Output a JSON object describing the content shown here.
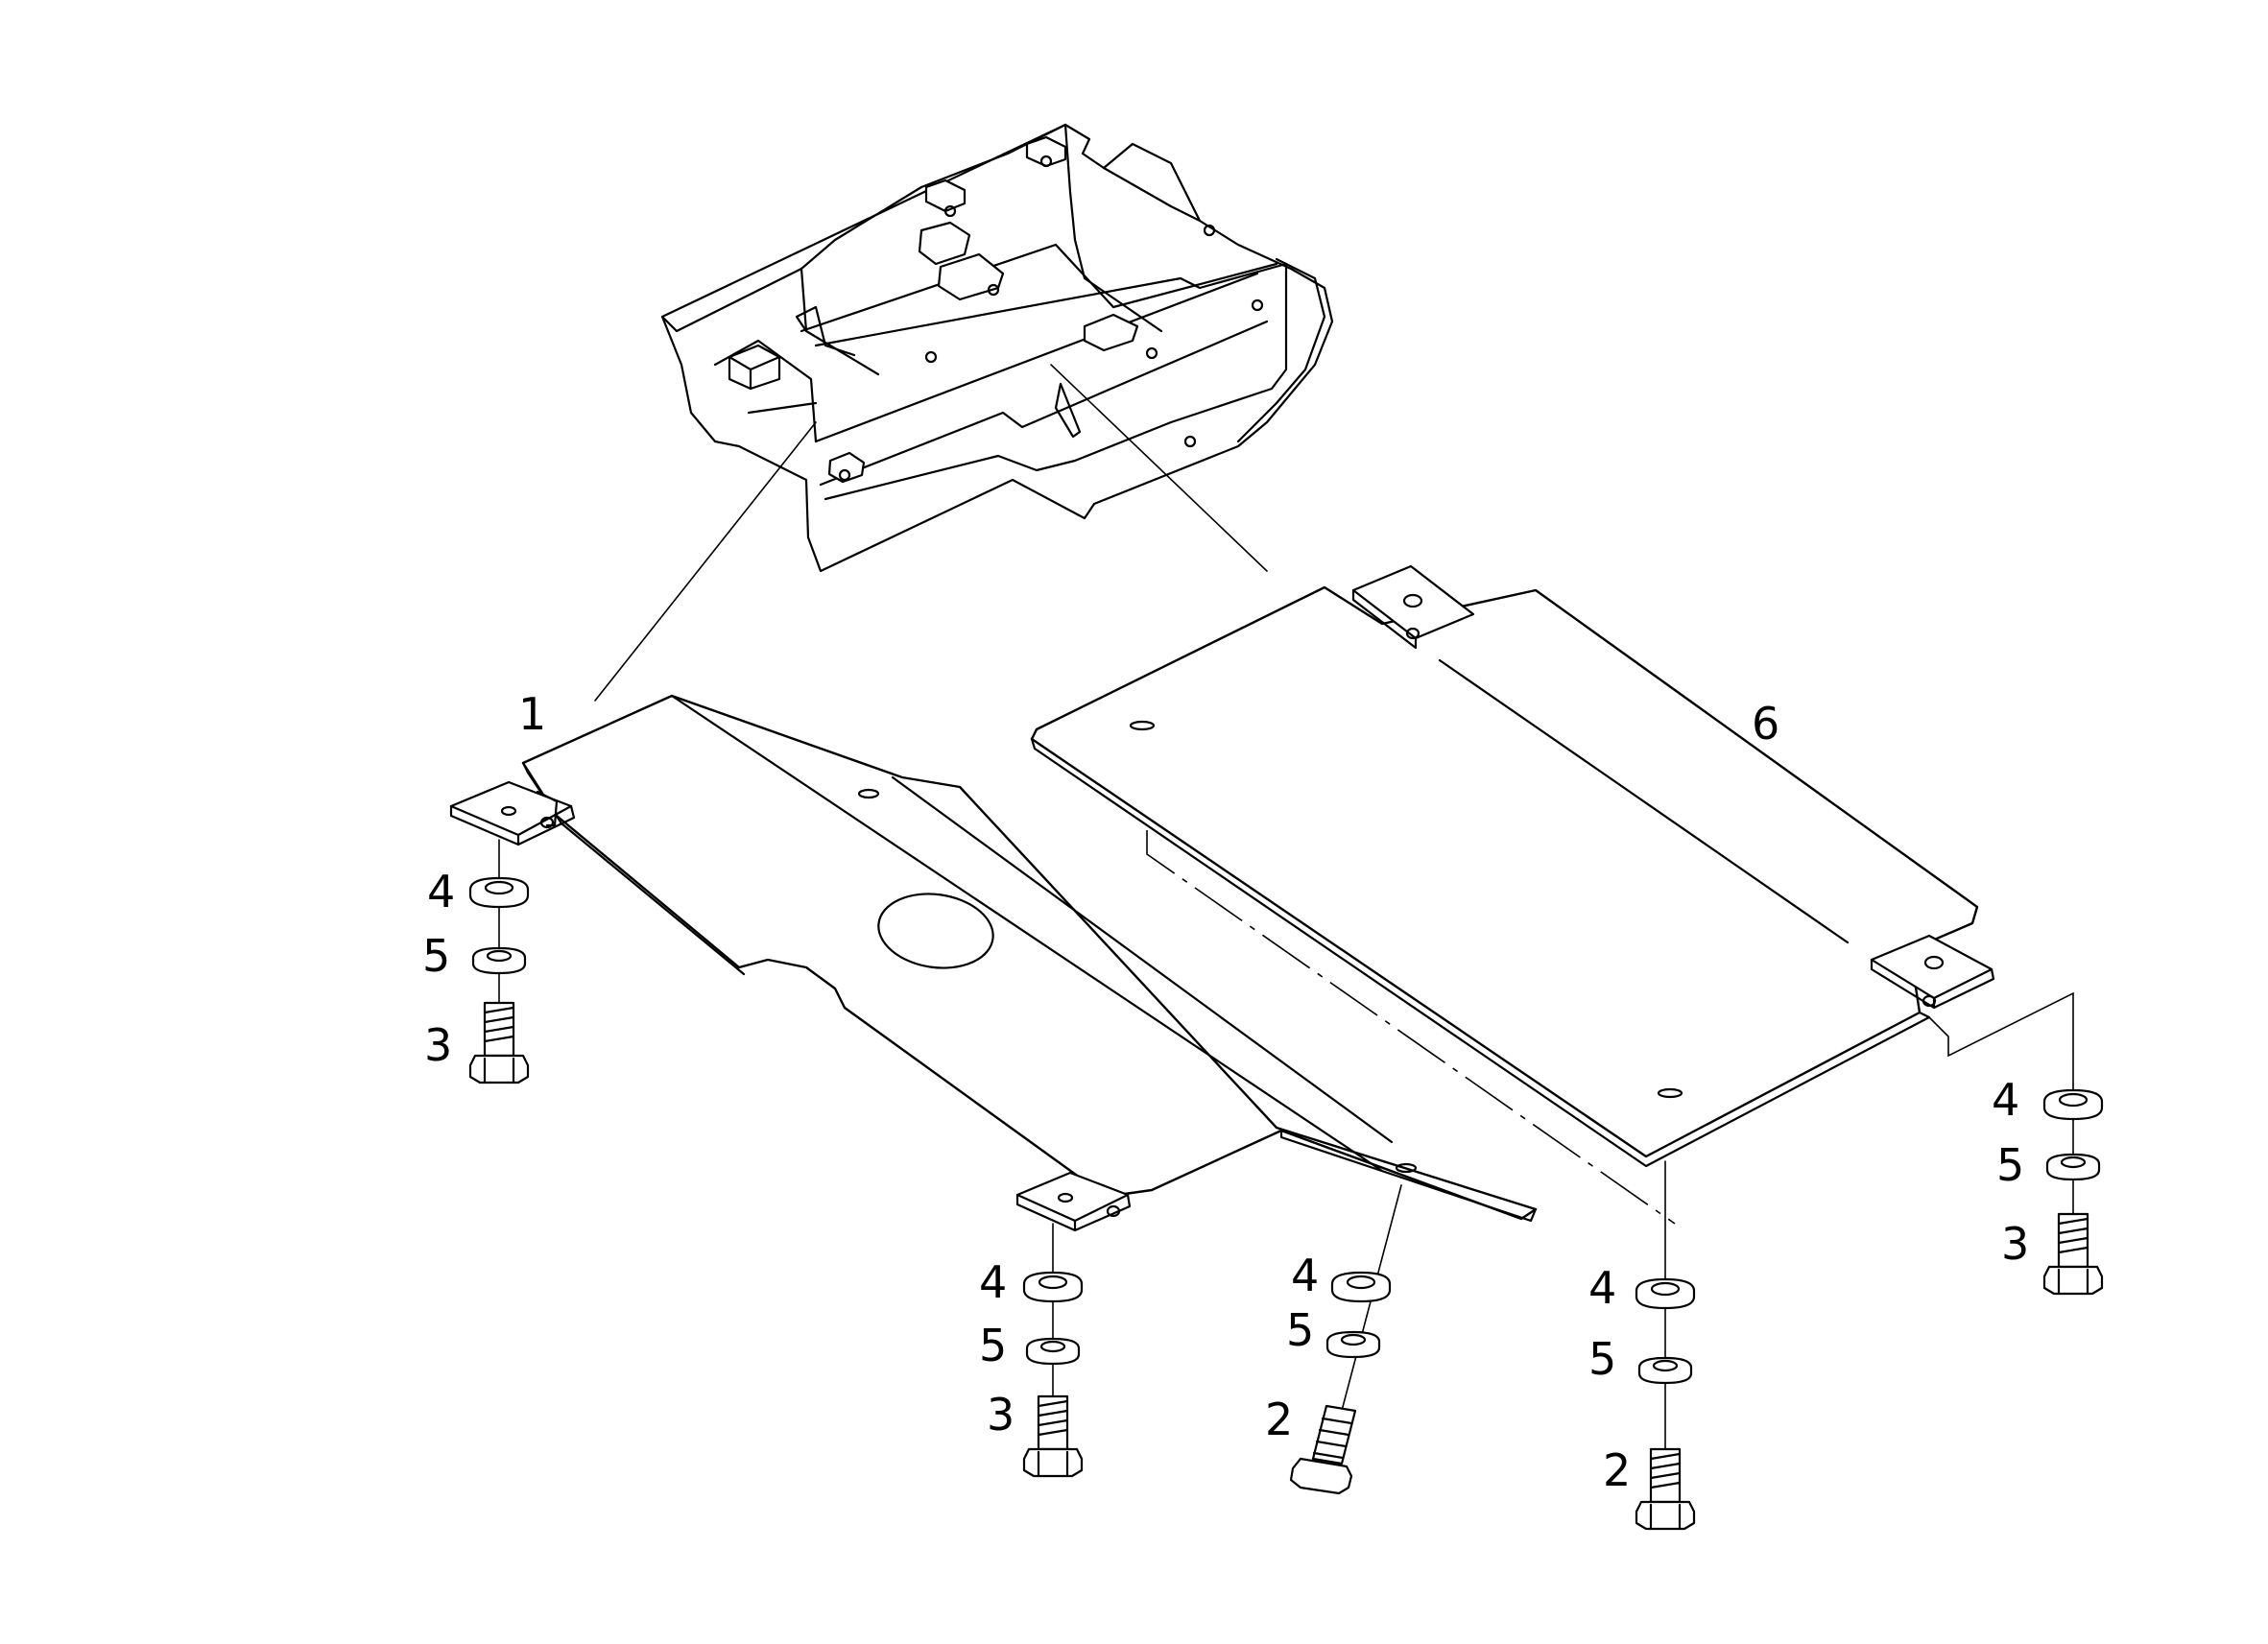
{
  "callouts": {
    "c1": "1",
    "c6": "6",
    "c4a": "4",
    "c5a": "5",
    "c3a": "3",
    "c4b": "4",
    "c5b": "5",
    "c3b": "3",
    "c4c": "4",
    "c5c": "5",
    "c2c": "2",
    "c4d": "4",
    "c5d": "5",
    "c2d": "2",
    "c4e": "4",
    "c5e": "5",
    "c3e": "3"
  }
}
